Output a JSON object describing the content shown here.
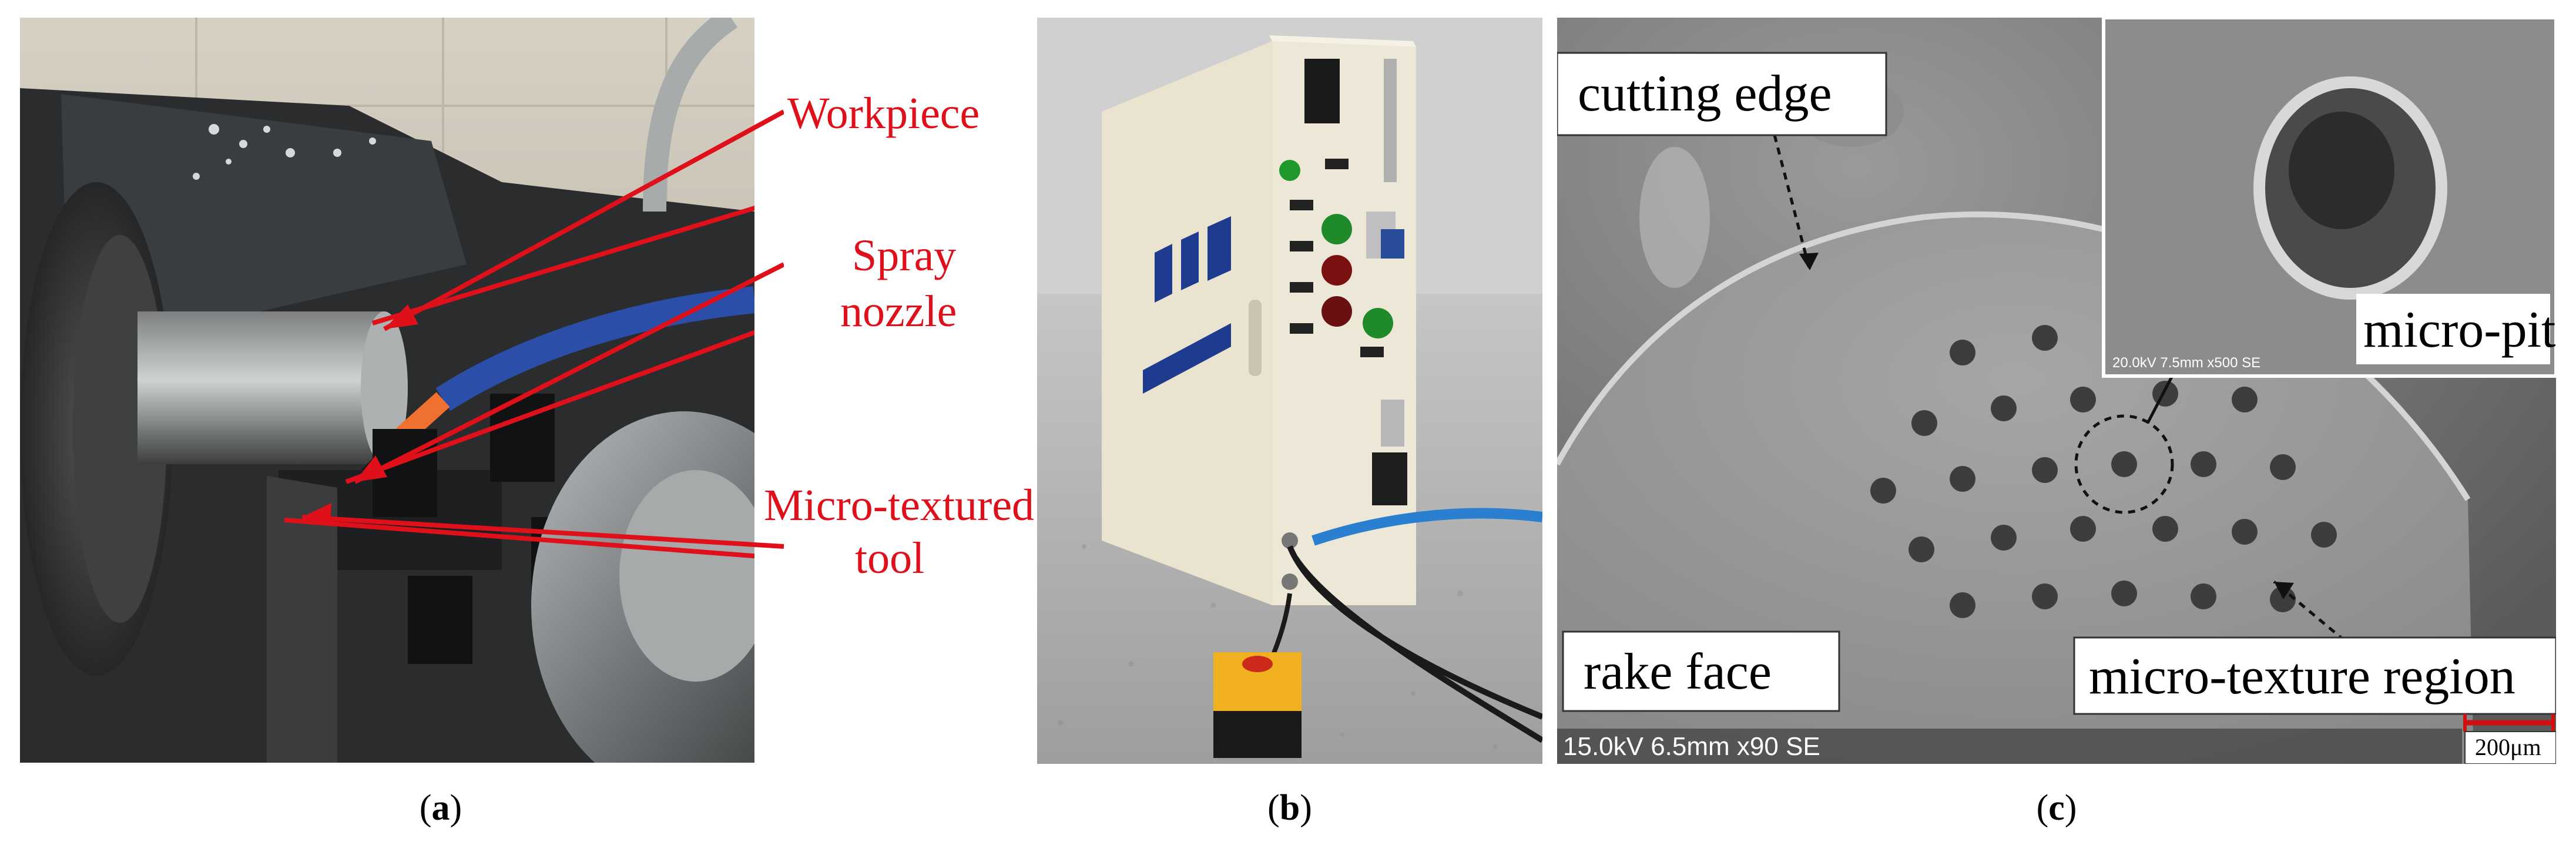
{
  "colors": {
    "label_red": "#e0101a",
    "scale_bar_red": "#d01010"
  },
  "panel_a": {
    "caption": "a",
    "labels": {
      "workpiece": "Workpiece",
      "spray_line1": "Spray",
      "spray_line2": "nozzle",
      "tool_line1": "Micro-textured",
      "tool_line2": "tool"
    }
  },
  "panel_b": {
    "caption": "b"
  },
  "panel_c": {
    "caption": "c",
    "labels": {
      "cutting_edge": "cutting edge",
      "rake_face": "rake face",
      "micro_texture_region": "micro-texture region",
      "micro_pit": "micro-pit"
    },
    "sem_info_main": "15.0kV 6.5mm x90 SE",
    "sem_info_inset": "20.0kV 7.5mm x500 SE",
    "scale_bar": "200μm"
  }
}
